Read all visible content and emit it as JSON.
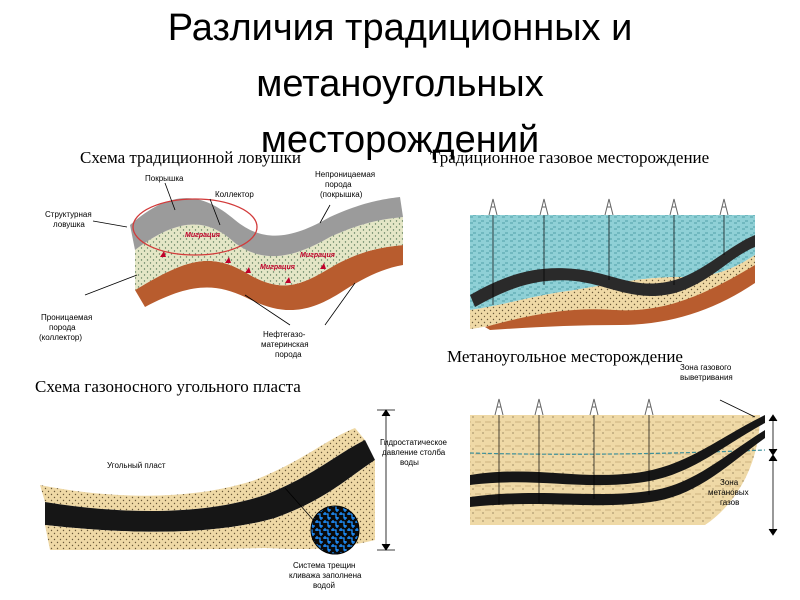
{
  "title": {
    "line1": "Различия традиционных и",
    "line2": "метаноугольных",
    "line3": "месторождений"
  },
  "sections": {
    "trap_scheme": "Схема традиционной ловушки",
    "traditional_field": "Традиционное газовое месторождение",
    "coalbed_field": "Метаноугольное месторождение",
    "coal_seam_scheme": "Схема газоносного угольного пласта"
  },
  "trap_labels": {
    "cap": "Покрышка",
    "reservoir": "Коллектор",
    "impermeable_l1": "Непроницаемая",
    "impermeable_l2": "порода",
    "impermeable_l3": "(покрышка)",
    "structural_l1": "Структурная",
    "structural_l2": "ловушка",
    "permeable_l1": "Проницаемая",
    "permeable_l2": "порода",
    "permeable_l3": "(коллектор)",
    "source_l1": "Нефтегазо-",
    "source_l2": "материнская",
    "source_l3": "порода",
    "migration_1": "Миграция",
    "migration_2": "Миграция",
    "migration_3": "Миграция"
  },
  "coal_labels": {
    "seam": "Угольный пласт",
    "hydro_l1": "Гидростатическое",
    "hydro_l2": "давление столба",
    "hydro_l3": "воды",
    "cleat_l1": "Система трещин",
    "cleat_l2": "кливажа заполнена",
    "cleat_l3": "водой"
  },
  "cbm_labels": {
    "weathering_l1": "Зона газового",
    "weathering_l2": "выветривания",
    "methane_l1": "Зона",
    "methane_l2": "метановых",
    "methane_l3": "газов"
  },
  "colors": {
    "cap_rock": "#9b9b9b",
    "sand": "#efd9a6",
    "source_rock": "#b85c2e",
    "water": "#8fd0d6",
    "coal": "#161616",
    "migration": "#c0002a"
  }
}
